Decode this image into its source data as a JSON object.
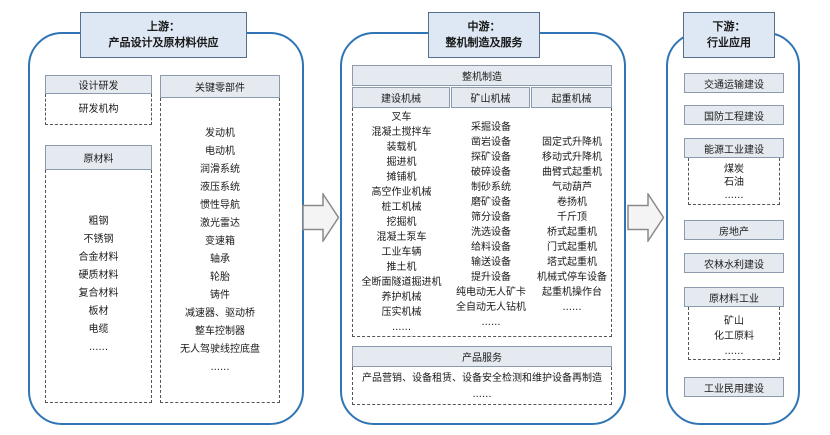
{
  "colors": {
    "panel_border": "#2f75b5",
    "stage_fill": "#dde8f4",
    "stage_border": "#56708c",
    "header_fill": "#e5eaf1",
    "header_border": "#8b9aac",
    "dash": "#555555",
    "arrow_fill": "#f4f4f4",
    "arrow_stroke": "#8a8a8a"
  },
  "upstream": {
    "title": [
      "上游：",
      "产品设计及原材料供应"
    ],
    "design": {
      "label": "设计研发",
      "items": [
        "研发机构"
      ]
    },
    "materials": {
      "label": "原材料",
      "items": [
        "粗钢",
        "不锈钢",
        "合金材料",
        "硬质材料",
        "复合材料",
        "板材",
        "电缆",
        "......"
      ]
    },
    "components": {
      "label": "关键零部件",
      "items": [
        "发动机",
        "电动机",
        "润滑系统",
        "液压系统",
        "惯性导航",
        "激光雷达",
        "变速箱",
        "轴承",
        "轮胎",
        "铸件",
        "减速器、驱动桥",
        "整车控制器",
        "无人驾驶线控底盘",
        "......"
      ]
    }
  },
  "midstream": {
    "title": [
      "中游：",
      "整机制造及服务"
    ],
    "manufacturing": {
      "label": "整机制造",
      "construction": {
        "label": "建设机械",
        "items": [
          "叉车",
          "混凝土搅拌车",
          "装载机",
          "掘进机",
          "摊铺机",
          "高空作业机械",
          "桩工机械",
          "挖掘机",
          "混凝土泵车",
          "工业车辆",
          "推土机",
          "全断面隧道掘进机",
          "养护机械",
          "压实机械",
          "......"
        ]
      },
      "mining": {
        "label": "矿山机械",
        "items": [
          "采掘设备",
          "凿岩设备",
          "探矿设备",
          "破碎设备",
          "制砂系统",
          "磨矿设备",
          "筛分设备",
          "洗选设备",
          "给料设备",
          "输送设备",
          "提升设备",
          "纯电动无人矿卡",
          "全自动无人钻机",
          "......"
        ]
      },
      "lifting": {
        "label": "起重机械",
        "items": [
          "固定式升降机",
          "移动式升降机",
          "曲臂式起重机",
          "气动葫芦",
          "卷扬机",
          "千斤顶",
          "桥式起重机",
          "门式起重机",
          "塔式起重机",
          "机械式停车设备",
          "起重机操作台",
          "......"
        ]
      }
    },
    "services": {
      "label": "产品服务",
      "items": [
        "产品营销、设备租赁、设备安全检测和维护设备再制造",
        "......"
      ]
    }
  },
  "downstream": {
    "title": [
      "下游：",
      "行业应用"
    ],
    "transport": "交通运输建设",
    "defense": "国防工程建设",
    "energy": {
      "label": "能源工业建设",
      "items": [
        "煤炭",
        "石油",
        "......"
      ]
    },
    "real_estate": "房地产",
    "agri_water": "农林水利建设",
    "raw_materials": {
      "label": "原材料工业",
      "items": [
        "矿山",
        "化工原料",
        "......"
      ]
    },
    "industrial_civil": "工业民用建设"
  }
}
